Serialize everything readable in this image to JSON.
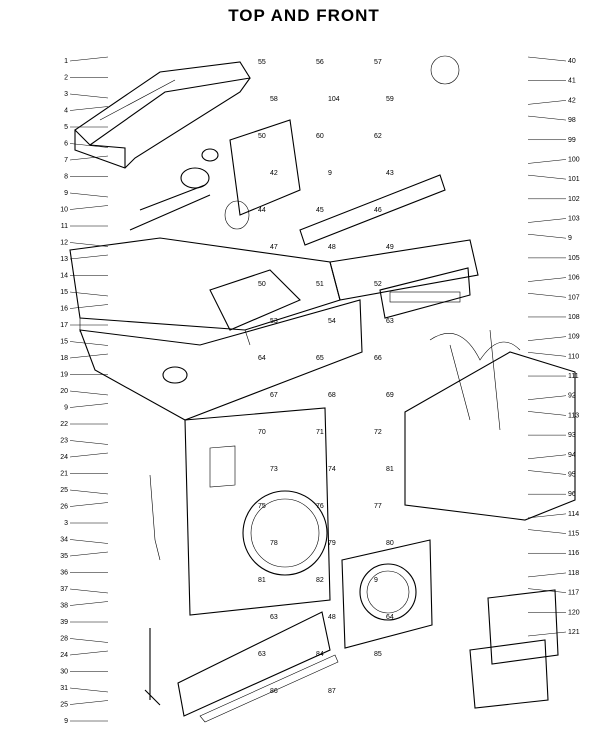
{
  "title": "TOP AND FRONT",
  "callouts_left": [
    "1",
    "2",
    "3",
    "4",
    "5",
    "6",
    "7",
    "8",
    "9",
    "10",
    "11",
    "12",
    "13",
    "14",
    "15",
    "16",
    "17",
    "15",
    "18",
    "19",
    "20",
    "9",
    "22",
    "23",
    "24",
    "21",
    "25",
    "26",
    "3",
    "34",
    "35",
    "36",
    "37",
    "38",
    "39",
    "28",
    "24",
    "30",
    "31",
    "25",
    "9"
  ],
  "callouts_center": [
    "55",
    "56",
    "57",
    "58",
    "104",
    "59",
    "50",
    "60",
    "62",
    "42",
    "9",
    "43",
    "44",
    "45",
    "46",
    "47",
    "48",
    "49",
    "50",
    "51",
    "52",
    "53",
    "54",
    "63",
    "64",
    "65",
    "66",
    "67",
    "68",
    "69",
    "70",
    "71",
    "72",
    "73",
    "74",
    "81",
    "75",
    "76",
    "77",
    "78",
    "79",
    "80",
    "81",
    "82",
    "9",
    "63",
    "48",
    "64",
    "63",
    "84",
    "85",
    "86",
    "87"
  ],
  "callouts_right": [
    "40",
    "41",
    "42",
    "98",
    "99",
    "100",
    "101",
    "102",
    "103",
    "9",
    "105",
    "106",
    "107",
    "108",
    "109",
    "110",
    "111",
    "92",
    "113",
    "93",
    "94",
    "95",
    "96",
    "114",
    "115",
    "116",
    "118",
    "117",
    "120",
    "121"
  ],
  "colors": {
    "ink": "#000000",
    "paper": "#ffffff"
  }
}
